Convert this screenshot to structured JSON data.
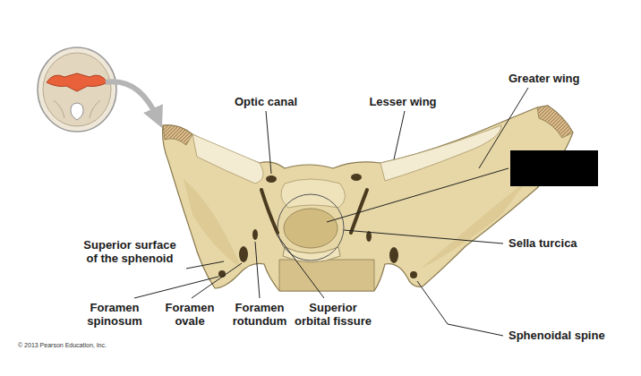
{
  "diagram": {
    "labels": [
      "Optic canal",
      "Lesser wing",
      "Greater wing",
      "Sella turcica",
      "Superior surface of the sphenoid",
      "Foramen spinosum",
      "Foramen ovale",
      "Foramen rotundum",
      "Superior orbital fissure",
      "Sphenoidal spine",
      "© 2013 Pearson Education, Inc."
    ]
  }
}
